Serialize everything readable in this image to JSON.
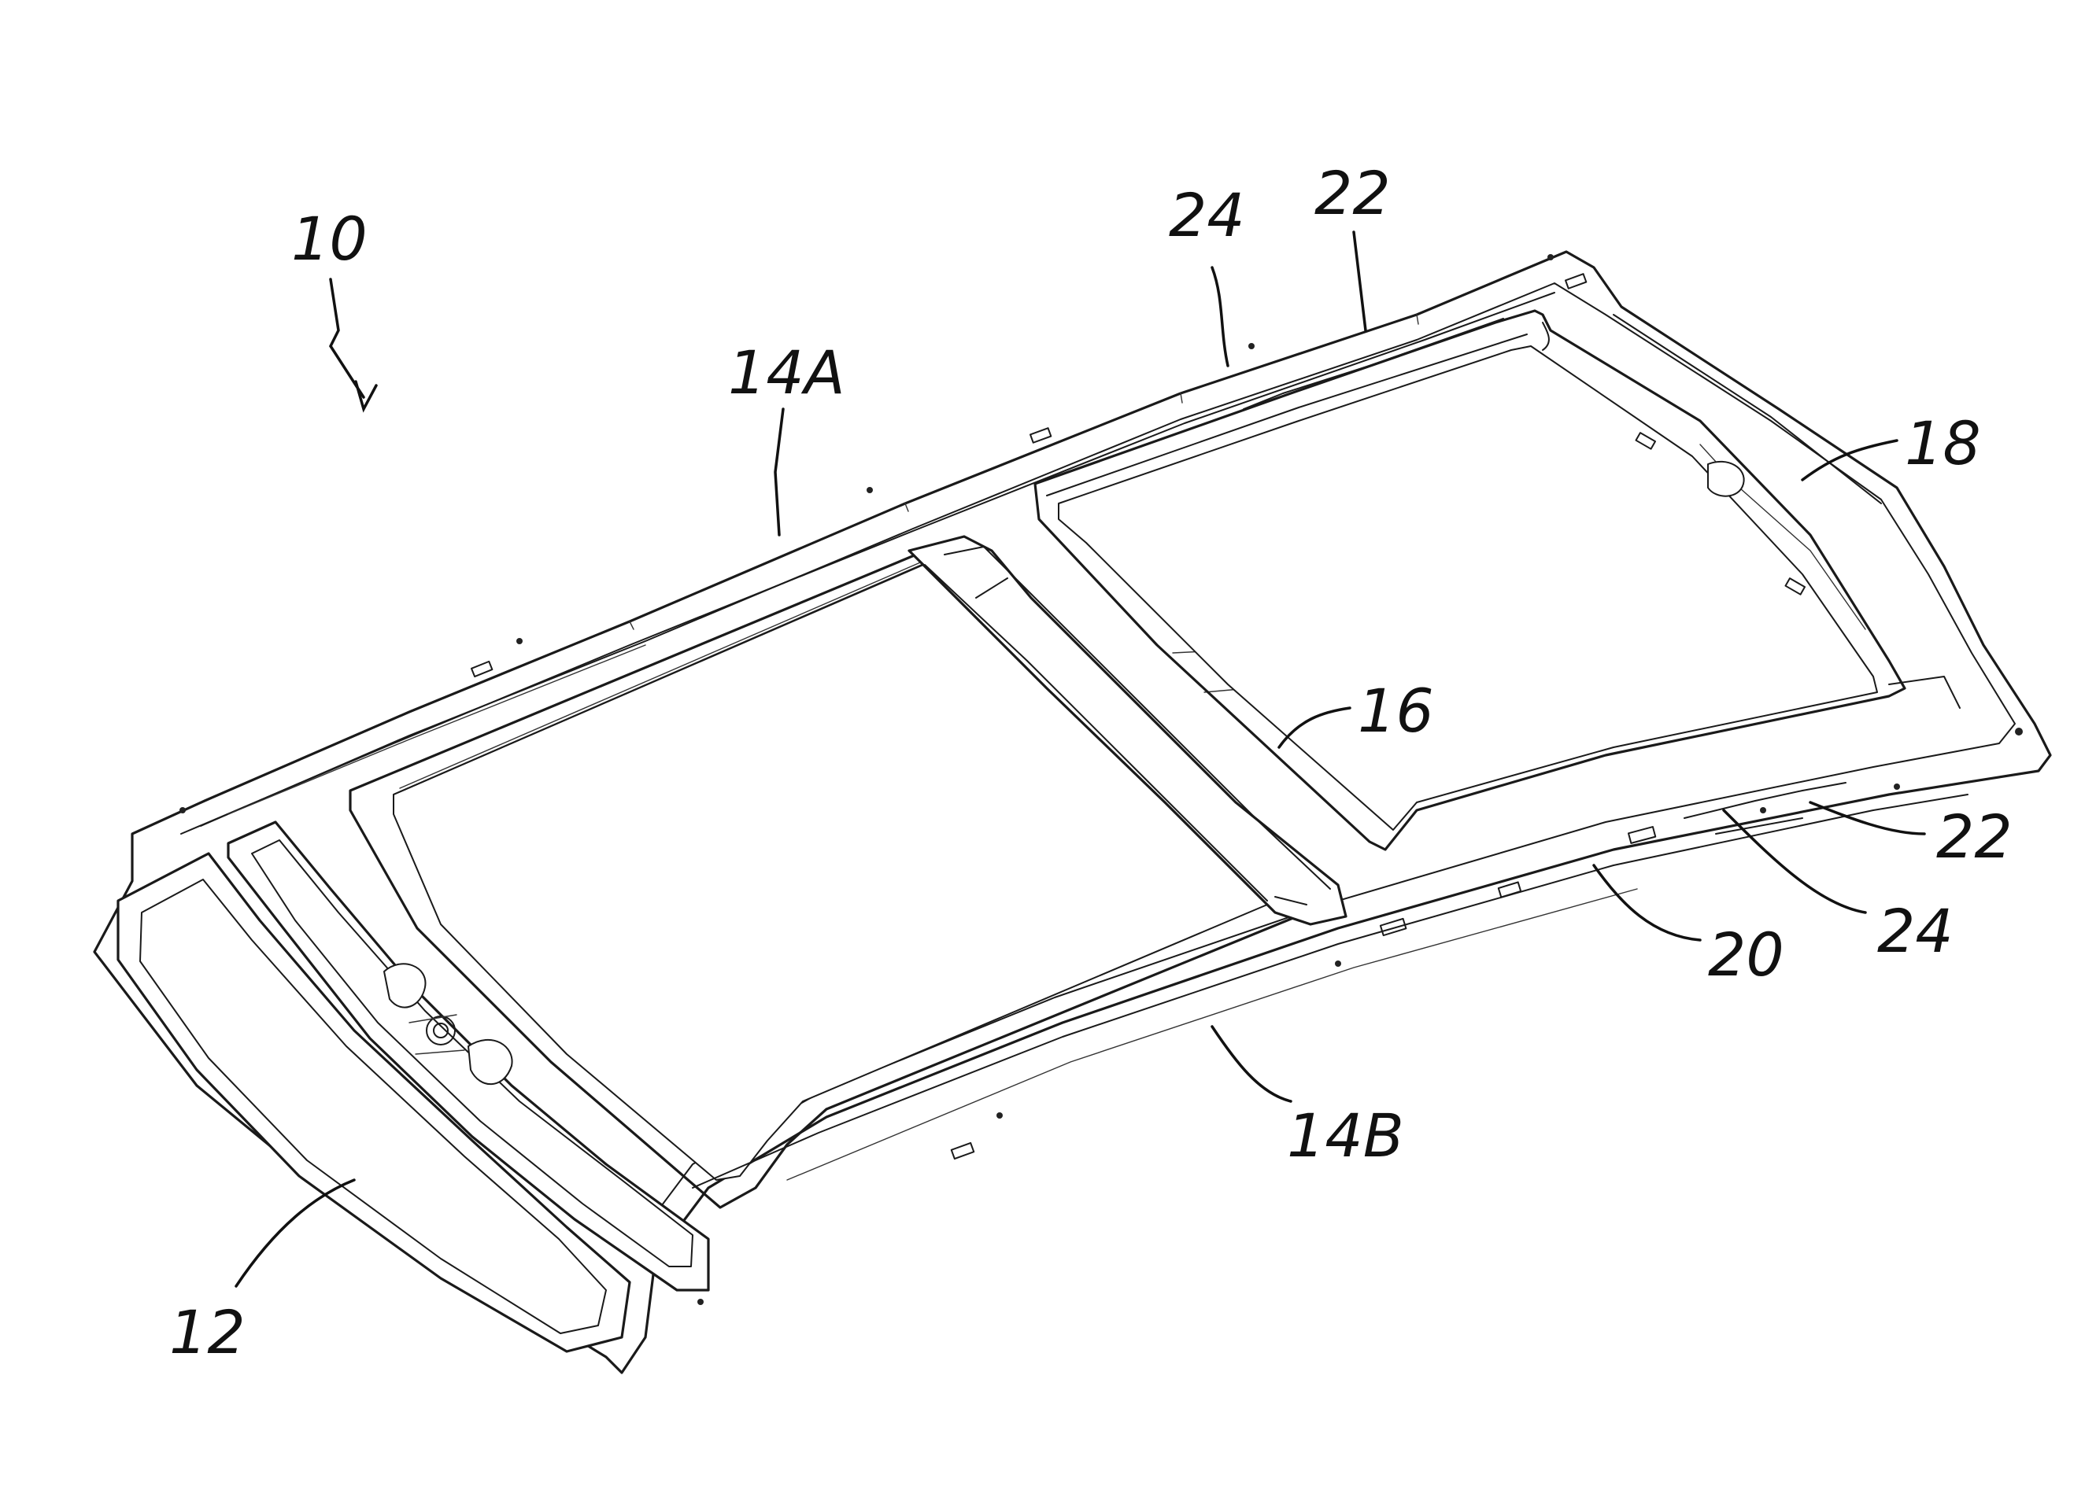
{
  "figure": {
    "labels": {
      "assembly": "10",
      "front_panel": "12",
      "side_rail_a": "14A",
      "side_rail_b": "14B",
      "cross_bow": "16",
      "rear_panel": "18",
      "rail_edge": "20",
      "flange_upper": "22",
      "flange_lower": "22",
      "channel_upper": "24",
      "channel_lower": "24"
    }
  }
}
